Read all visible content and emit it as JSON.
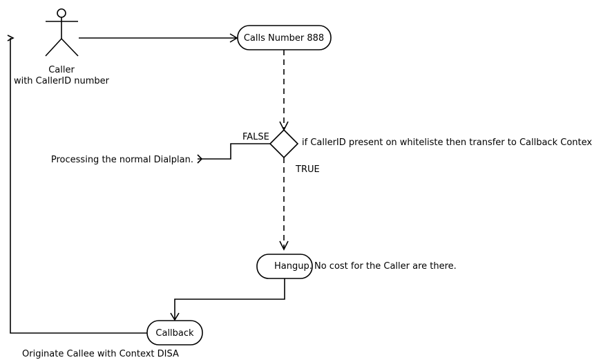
{
  "actor": {
    "name": "Caller",
    "subtitle": "with CallerID number"
  },
  "nodes": {
    "calls_number": "Calls Number 888",
    "hangup": "Hangup.",
    "callback": "Callback"
  },
  "decision": {
    "condition": "if CallerID present on whiteliste then transfer to Callback Context",
    "false_label": "FALSE",
    "true_label": "TRUE"
  },
  "notes": {
    "normal_dialplan": "Processing the normal Dialplan.",
    "hangup_note": "No cost for the Caller are there.",
    "originate": "Originate Callee with Context DISA"
  }
}
